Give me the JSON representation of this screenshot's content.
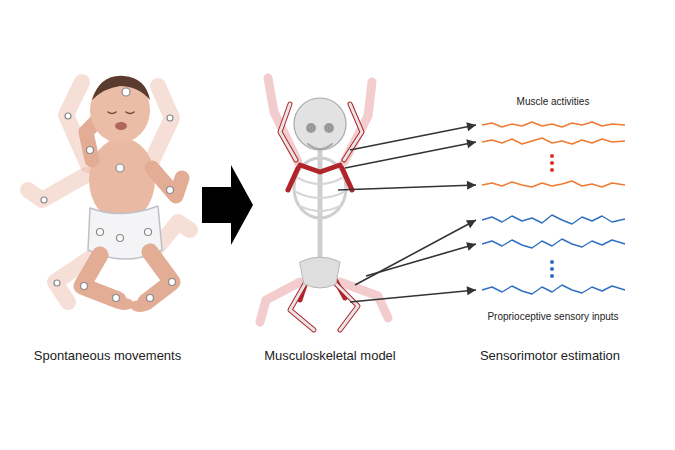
{
  "diagram": {
    "nodes": [
      {
        "text": [
          "Spontaneous movements"
        ]
      },
      {
        "text": [
          "Musculoskeletal model"
        ]
      },
      {
        "text": [
          "Sensorimotor estimation"
        ]
      },
      {
        "text": [
          "Muscle activities"
        ],
        "in": 2
      },
      {
        "text": [
          "Proprioceptive sensory inputs"
        ],
        "in": 2
      }
    ],
    "edges": [
      {
        "from": 0,
        "to": 1,
        "arrow": "to"
      },
      {
        "from": 1,
        "to": 3,
        "arrow": "to"
      },
      {
        "from": 1,
        "to": 3,
        "arrow": "to"
      },
      {
        "from": 1,
        "to": 3,
        "arrow": "to"
      },
      {
        "from": 1,
        "to": 4,
        "arrow": "to"
      },
      {
        "from": 1,
        "to": 4,
        "arrow": "to"
      },
      {
        "from": 1,
        "to": 4,
        "arrow": "to"
      }
    ]
  }
}
